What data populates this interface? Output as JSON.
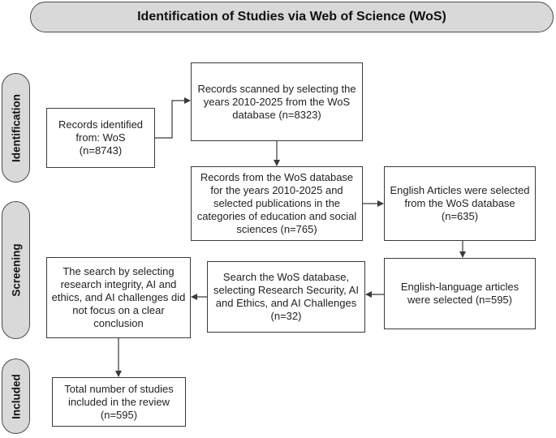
{
  "title": "Identification of Studies via Web of Science (WoS)",
  "phases": {
    "identification": "Identification",
    "screening": "Screening",
    "included": "Included"
  },
  "boxes": {
    "records_identified": "Records  identified from: WoS (n=8743)",
    "records_scanned": "Records scanned by selecting the years 2010-2025 from the WoS database (n=8323)",
    "records_education": "Records from the WoS database for the years 2010-2025 and selected publications in the categories of education and social sciences (n=765)",
    "english_articles": "English Articles were selected from the WoS database (n=635)",
    "english_language": "English-language articles were selected (n=595)",
    "search_wos": "Search the WoS database, selecting Research Security, AI and Ethics, and AI Challenges (n=32)",
    "search_selecting": "The search by selecting research integrity, AI and ethics, and AI challenges did not focus on a clear conclusion",
    "total_included": "Total number of studies included in the review (n=595)"
  },
  "colors": {
    "header_fill": "#d9d9d9",
    "border": "#3a3a3a",
    "box_fill": "#ffffff"
  }
}
